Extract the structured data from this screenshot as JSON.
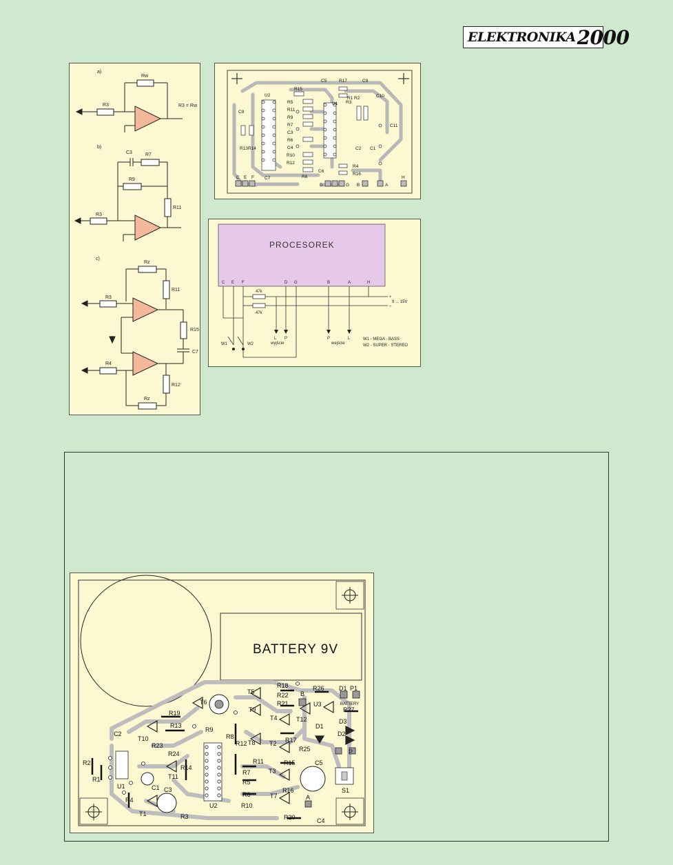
{
  "header": {
    "logo_name": "ELEKTRONIKA",
    "logo_year": "2000"
  },
  "schematic": {
    "a": {
      "tag": "a)",
      "labels": [
        "Rw",
        "R3",
        "R3 = Rw"
      ]
    },
    "b": {
      "tag": "b)",
      "labels": [
        "C3",
        "R7",
        "R9",
        "R11",
        "R3"
      ]
    },
    "c": {
      "tag": "c)",
      "labels": [
        "Rz",
        "R11",
        "R3",
        "R15",
        "C7",
        "R4",
        "R12",
        "Rz"
      ]
    }
  },
  "pcb_top": {
    "parts": [
      "C5",
      "R17",
      "C9",
      "R15",
      "C10",
      "U2",
      "R1",
      "R2",
      "R3",
      "C8",
      "R5",
      "R11",
      "R9",
      "R7",
      "U1",
      "C11",
      "C3",
      "R6",
      "C4",
      "R13",
      "R14",
      "C2",
      "C1",
      "R10",
      "R12",
      "R8",
      "C7",
      "C6",
      "R4",
      "R16"
    ],
    "connectors": [
      "C",
      "E",
      "F",
      "D",
      "G",
      "B",
      "A",
      "H"
    ]
  },
  "wiring": {
    "module": "PROCESOREK",
    "pins": [
      "C",
      "E",
      "F",
      "D",
      "G",
      "B",
      "A",
      "H"
    ],
    "resistor": "47k",
    "plus": "+",
    "minus": "–",
    "supply": "9 ... 15V",
    "w1": "W1",
    "w2": "W2",
    "out_label": "wyjście",
    "in_label": "wejście",
    "L": "L",
    "P": "P",
    "legend1": "W1 - MEGA - BASS",
    "legend2": "W2 - SUPER - STEREO"
  },
  "pcb_bottom": {
    "battery": "BATTERY 9V",
    "parts": [
      "R18",
      "T5",
      "B",
      "R26",
      "D1",
      "P1",
      "R22",
      "T6",
      "T9",
      "R21",
      "U3",
      "BATTERY",
      "R27",
      "T12",
      "R19",
      "D1",
      "D3",
      "T4",
      "R13",
      "R9",
      "D2",
      "T10",
      "R8",
      "R12",
      "R17",
      "C2",
      "R23",
      "T2",
      "R25",
      "P",
      "R2",
      "R24",
      "T8",
      "R11",
      "R15",
      "C5",
      "R14",
      "T11",
      "R7",
      "T3",
      "R1",
      "U1",
      "R5",
      "R16",
      "C1",
      "C3",
      "R6",
      "T7",
      "S1",
      "R4",
      "A",
      "R3",
      "R10",
      "U2",
      "R20",
      "T1",
      "C4"
    ]
  }
}
